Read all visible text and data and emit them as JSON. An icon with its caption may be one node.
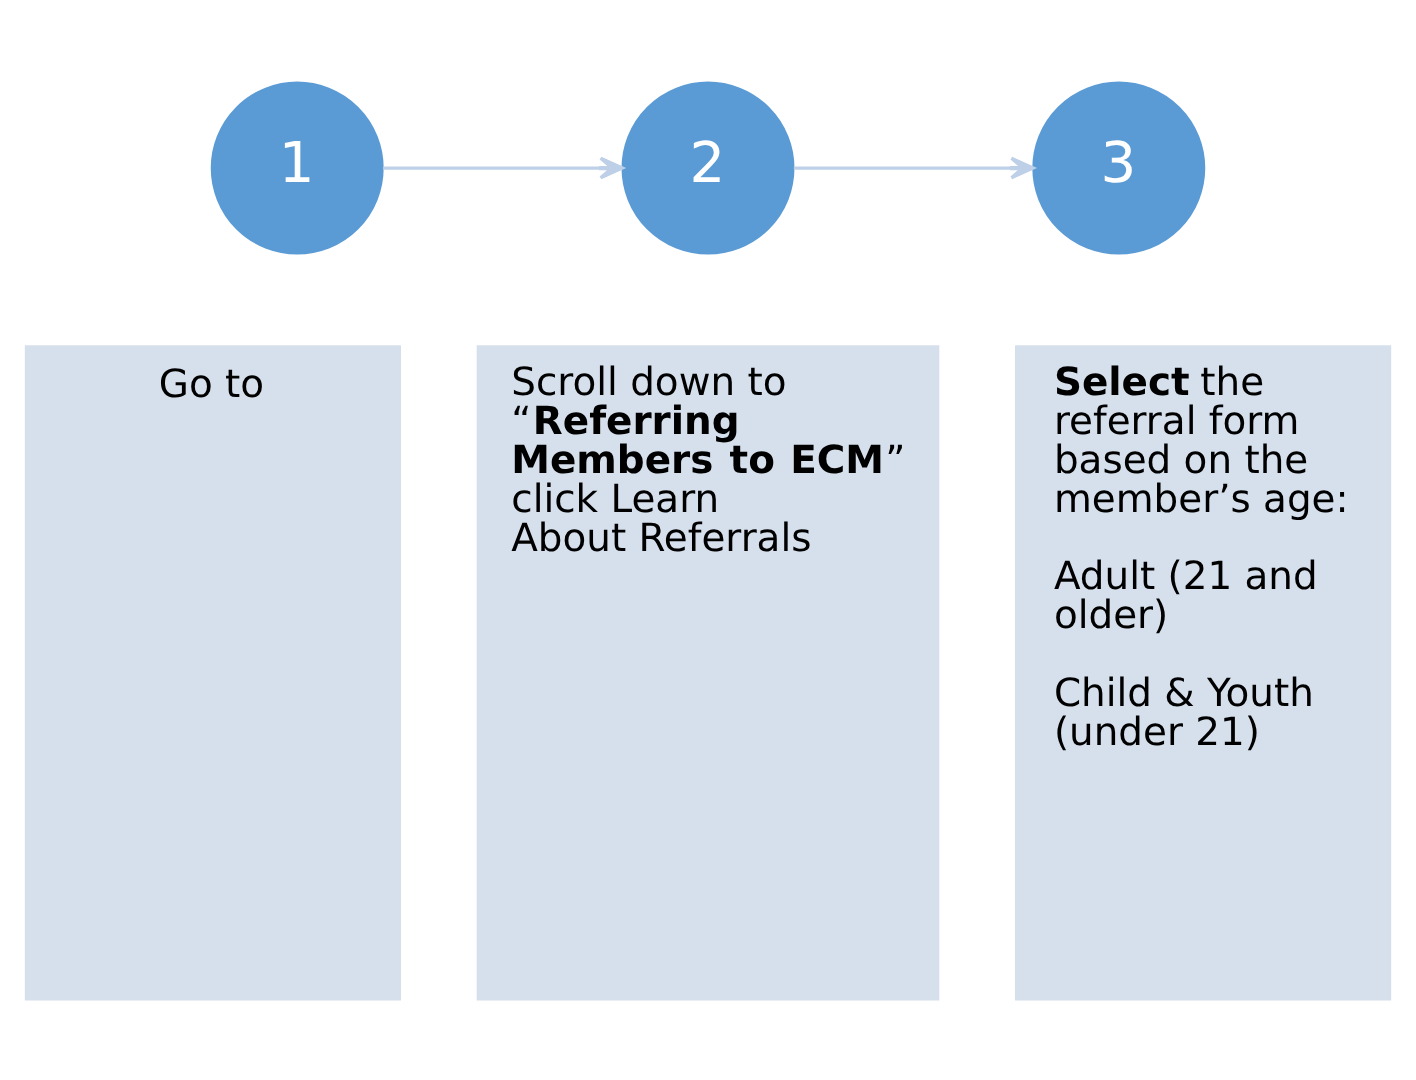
{
  "diagram": {
    "nodes": [
      {
        "text": [
          "1"
        ]
      },
      {
        "text": [
          "2"
        ]
      },
      {
        "text": [
          "3"
        ]
      },
      {
        "text": [
          "Go to"
        ]
      },
      {
        "text": [
          "Scroll down to “**Referring Members to ECM**” click Learn About Referrals"
        ]
      },
      {
        "text": [
          "**Select** the referral form based on the member’s age:",
          "Adult (21 and older)",
          "Child & Youth (under 21)"
        ]
      }
    ],
    "edges": [
      {
        "from": 0,
        "to": 1,
        "arrow": "to"
      },
      {
        "from": 1,
        "to": 2,
        "arrow": "to"
      }
    ]
  }
}
